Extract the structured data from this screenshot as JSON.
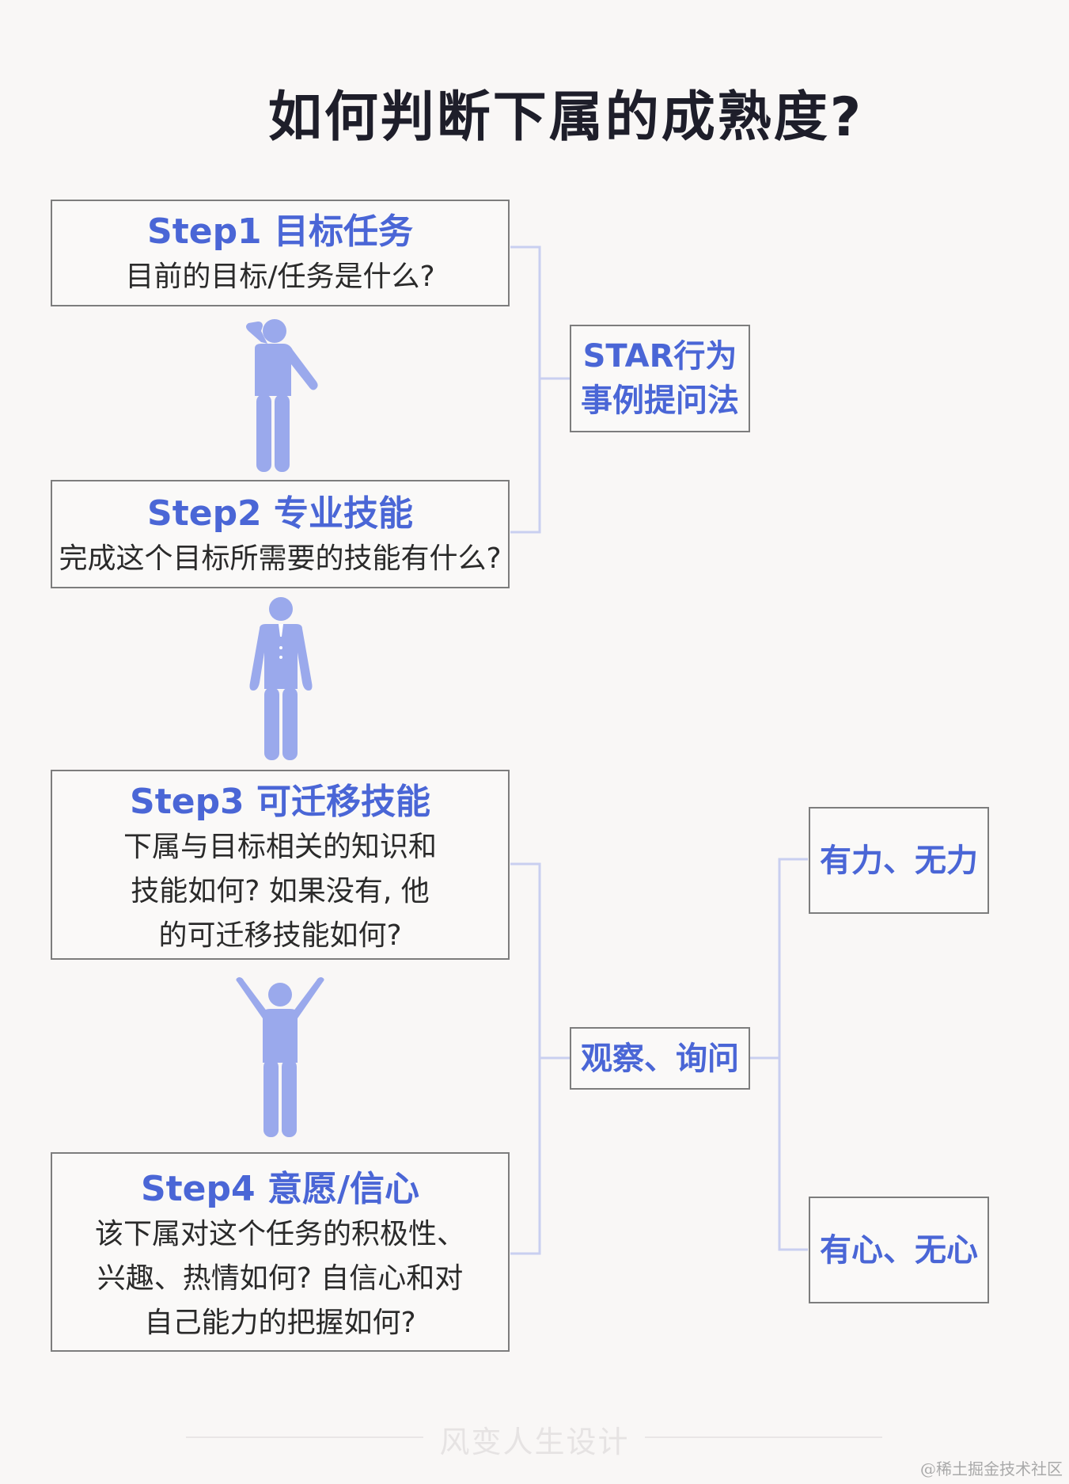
{
  "title": "如何判断下属的成熟度?",
  "steps": [
    {
      "title": "Step1 目标任务",
      "desc": [
        "目前的目标/任务是什么?"
      ]
    },
    {
      "title": "Step2 专业技能",
      "desc": [
        "完成这个目标所需要的技能有什么?"
      ]
    },
    {
      "title": "Step3 可迁移技能",
      "desc": [
        "下属与目标相关的知识和",
        "技能如何? 如果没有, 他",
        "的可迁移技能如何?"
      ]
    },
    {
      "title": "Step4 意愿/信心",
      "desc": [
        "该下属对这个任务的积极性、",
        "兴趣、热情如何? 自信心和对",
        "自己能力的把握如何?"
      ]
    }
  ],
  "method_boxes": {
    "star": [
      "STAR行为",
      "事例提问法"
    ],
    "observe": "观察、询问"
  },
  "outcome_boxes": {
    "ability": "有力、无力",
    "willingness": "有心、无心"
  },
  "figures": [
    "thinking-person-icon",
    "suited-person-icon",
    "cheering-person-icon"
  ],
  "colors": {
    "accent": "#4a66d6",
    "figure": "#9aa9ec",
    "connector": "#c9cff0"
  },
  "footer": "风变人生设计",
  "watermark": "@稀土掘金技术社区"
}
